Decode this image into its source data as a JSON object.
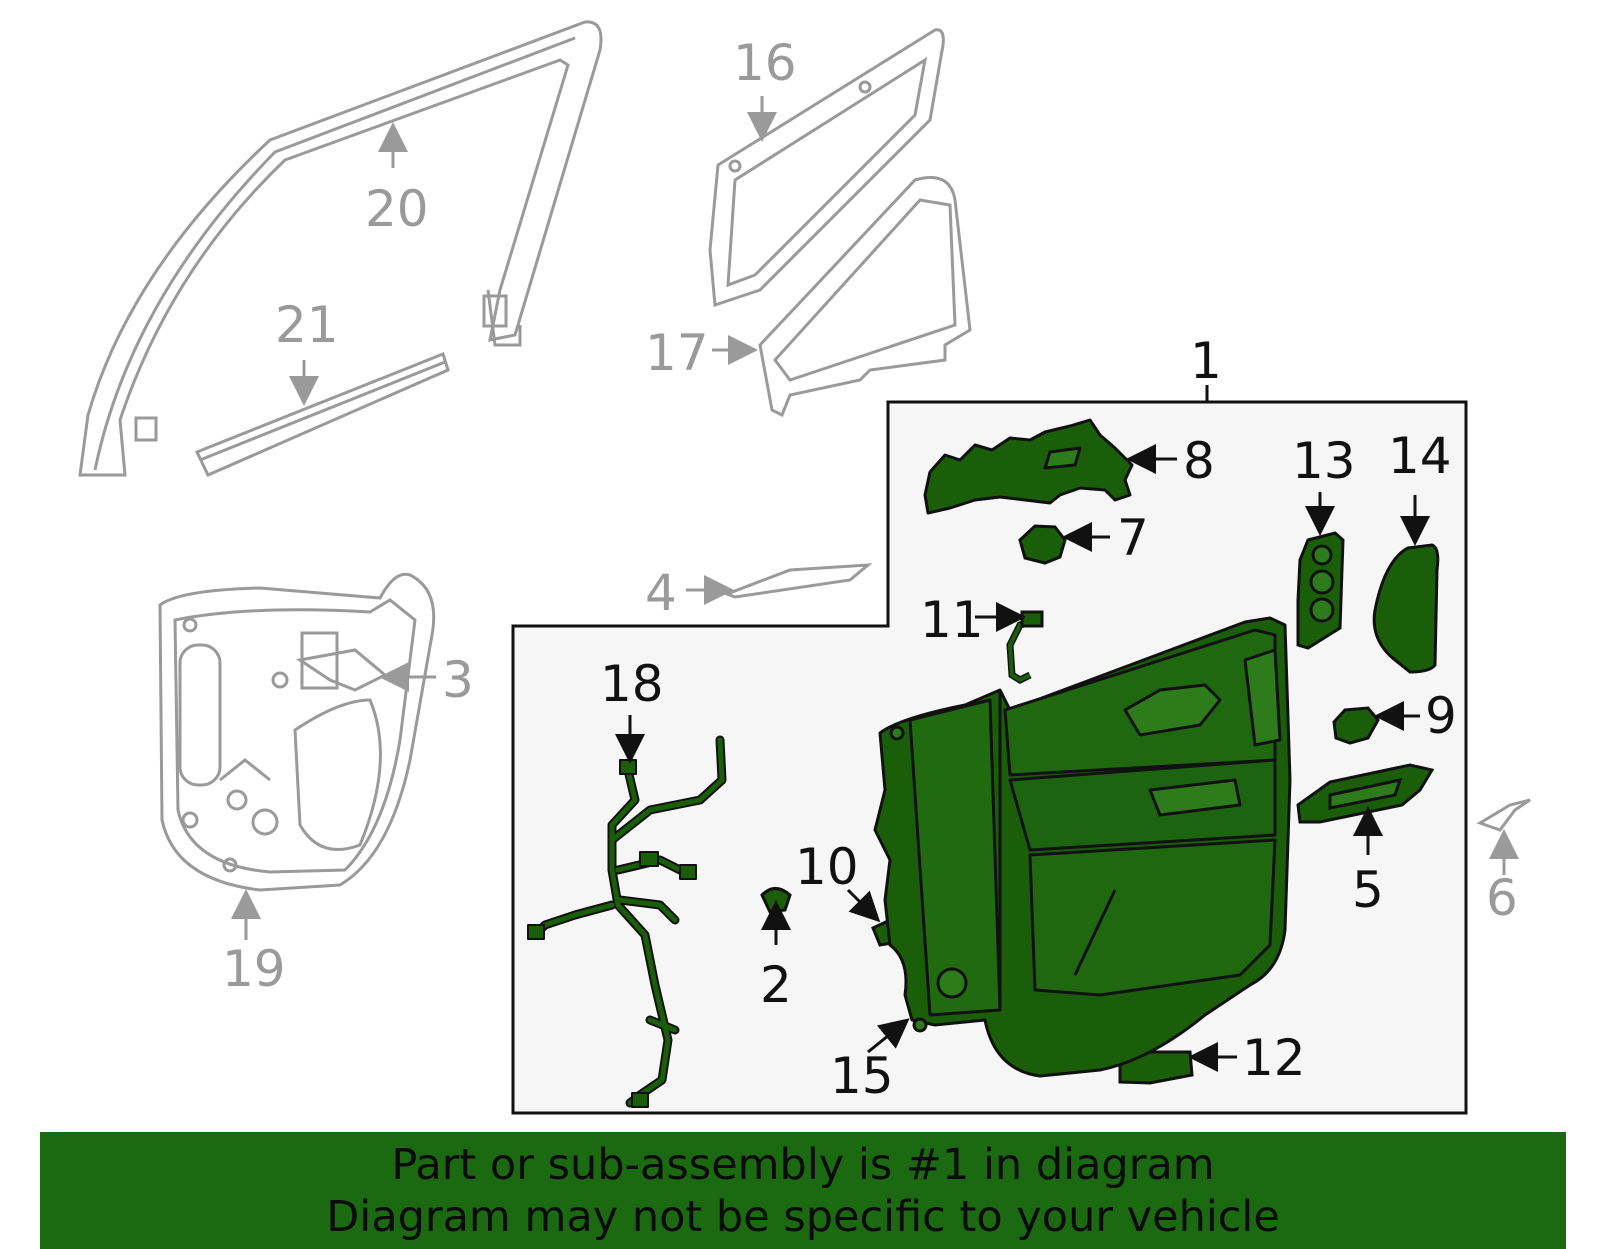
{
  "colors": {
    "highlight": "#1a5e0a",
    "grey_part": "#9a9a9a",
    "box_fill": "#f5f5f5",
    "banner": "#1b6a12",
    "text": "#111111"
  },
  "callouts": {
    "c1": "1",
    "c2": "2",
    "c3": "3",
    "c4": "4",
    "c5": "5",
    "c6": "6",
    "c7": "7",
    "c8": "8",
    "c9": "9",
    "c10": "10",
    "c11": "11",
    "c12": "12",
    "c13": "13",
    "c14": "14",
    "c15": "15",
    "c16": "16",
    "c17": "17",
    "c18": "18",
    "c19": "19",
    "c20": "20",
    "c21": "21"
  },
  "banner": {
    "line1": "Part or sub-assembly is #1 in diagram",
    "line2": "Diagram may not be specific to your vehicle"
  }
}
